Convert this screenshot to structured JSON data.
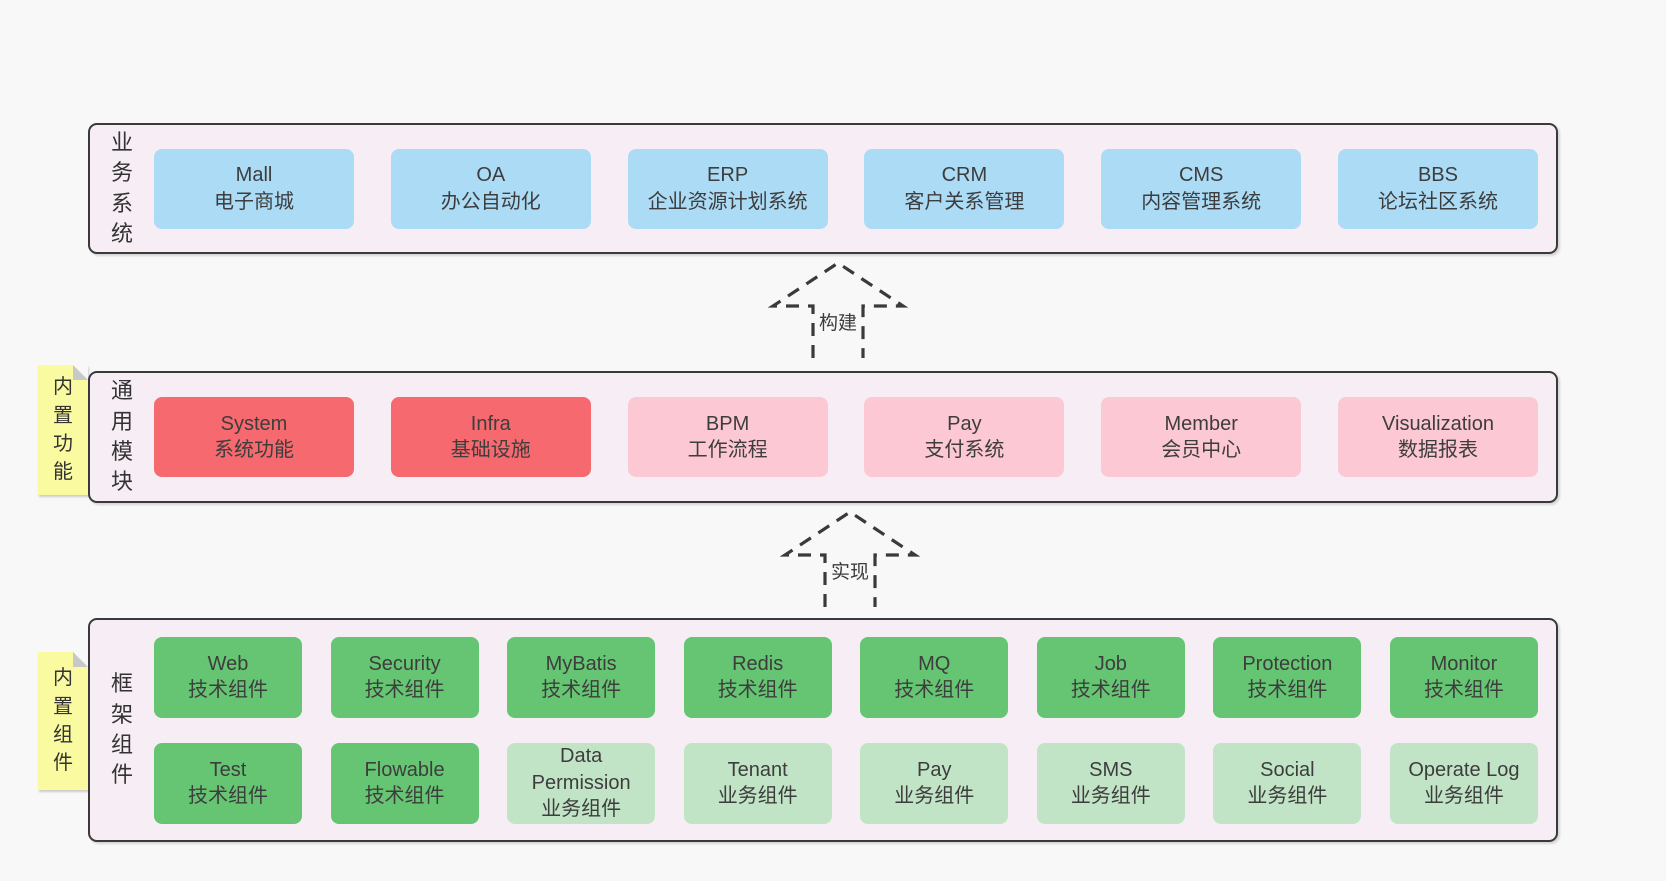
{
  "diagram": {
    "bands": [
      {
        "label": "业务系统",
        "boxes": [
          {
            "title": "Mall",
            "subtitle": "电子商城"
          },
          {
            "title": "OA",
            "subtitle": "办公自动化"
          },
          {
            "title": "ERP",
            "subtitle": "企业资源计划系统"
          },
          {
            "title": "CRM",
            "subtitle": "客户关系管理"
          },
          {
            "title": "CMS",
            "subtitle": "内容管理系统"
          },
          {
            "title": "BBS",
            "subtitle": "论坛社区系统"
          }
        ]
      },
      {
        "label": "通用模块",
        "note": "内置功能",
        "boxes": [
          {
            "title": "System",
            "subtitle": "系统功能"
          },
          {
            "title": "Infra",
            "subtitle": "基础设施"
          },
          {
            "title": "BPM",
            "subtitle": "工作流程"
          },
          {
            "title": "Pay",
            "subtitle": "支付系统"
          },
          {
            "title": "Member",
            "subtitle": "会员中心"
          },
          {
            "title": "Visualization",
            "subtitle": "数据报表"
          }
        ]
      },
      {
        "label": "框架组件",
        "note": "内置组件",
        "rows": [
          [
            {
              "title": "Web",
              "subtitle": "技术组件"
            },
            {
              "title": "Security",
              "subtitle": "技术组件"
            },
            {
              "title": "MyBatis",
              "subtitle": "技术组件"
            },
            {
              "title": "Redis",
              "subtitle": "技术组件"
            },
            {
              "title": "MQ",
              "subtitle": "技术组件"
            },
            {
              "title": "Job",
              "subtitle": "技术组件"
            },
            {
              "title": "Protection",
              "subtitle": "技术组件"
            },
            {
              "title": "Monitor",
              "subtitle": "技术组件"
            }
          ],
          [
            {
              "title": "Test",
              "subtitle": "技术组件"
            },
            {
              "title": "Flowable",
              "subtitle": "技术组件"
            },
            {
              "title": "Data Permission",
              "subtitle": "业务组件"
            },
            {
              "title": "Tenant",
              "subtitle": "业务组件"
            },
            {
              "title": "Pay",
              "subtitle": "业务组件"
            },
            {
              "title": "SMS",
              "subtitle": "业务组件"
            },
            {
              "title": "Social",
              "subtitle": "业务组件"
            },
            {
              "title": "Operate Log",
              "subtitle": "业务组件"
            }
          ]
        ]
      }
    ],
    "arrows": [
      {
        "label": "构建"
      },
      {
        "label": "实现"
      }
    ],
    "colors": {
      "page_bg": "#f8f8f8",
      "band_bg": "#f7edf5",
      "border": "#3a3a3a",
      "text": "#3d3d3d",
      "blue": "#abdbf5",
      "red": "#f5696f",
      "pink": "#fcc8d3",
      "green": "#66c573",
      "green_light": "#c1e4c6",
      "sticky_yellow": "#fafaa0",
      "sticky_fold": "#c8c8c8"
    }
  }
}
